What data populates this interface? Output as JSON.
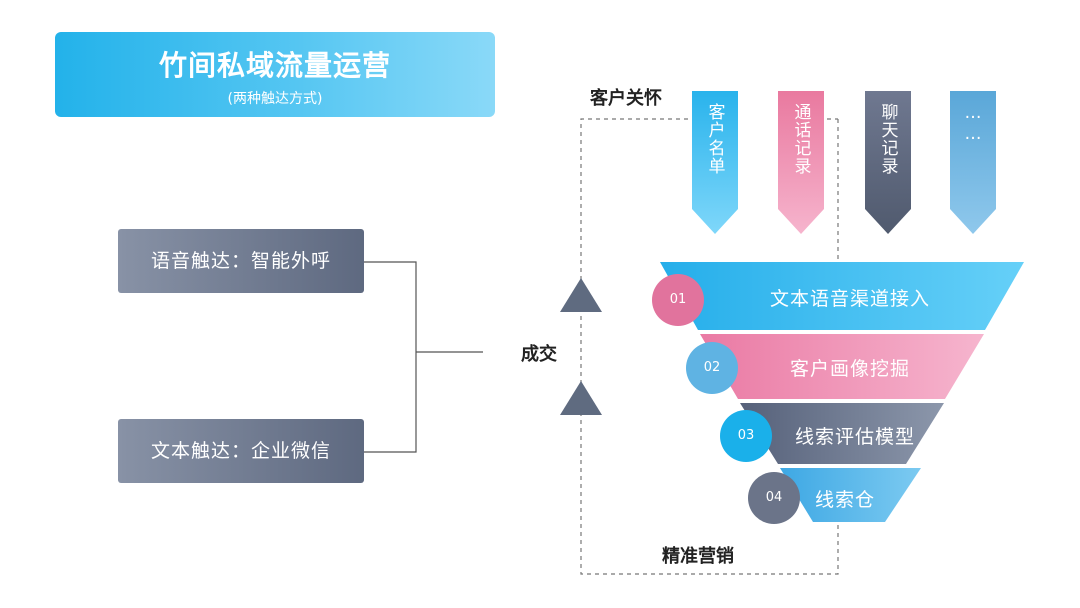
{
  "title": {
    "main": "竹间私域流量运营",
    "sub": "(两种触达方式)"
  },
  "methods": [
    {
      "label": "语音触达：智能外呼"
    },
    {
      "label": "文本触达：企业微信"
    }
  ],
  "center_label": "成交",
  "top_label": "客户关怀",
  "bottom_label": "精准营销",
  "banners": [
    {
      "label": "客户名单",
      "color": "#2fb7ee"
    },
    {
      "label": "通话记录",
      "color": "#ee86ad"
    },
    {
      "label": "聊天记录",
      "color": "#5d6579"
    },
    {
      "label": "……",
      "color": "#6aaedc"
    }
  ],
  "funnel": [
    {
      "num": "01",
      "label": "文本语音渠道接入"
    },
    {
      "num": "02",
      "label": "客户画像挖掘"
    },
    {
      "num": "03",
      "label": "线索评估模型"
    },
    {
      "num": "04",
      "label": "线索仓"
    }
  ],
  "colors": {
    "blue": "#2fb7ee",
    "pink": "#ef8cb1",
    "gray": "#5f6b80",
    "light_blue": "#5fb7e6"
  }
}
